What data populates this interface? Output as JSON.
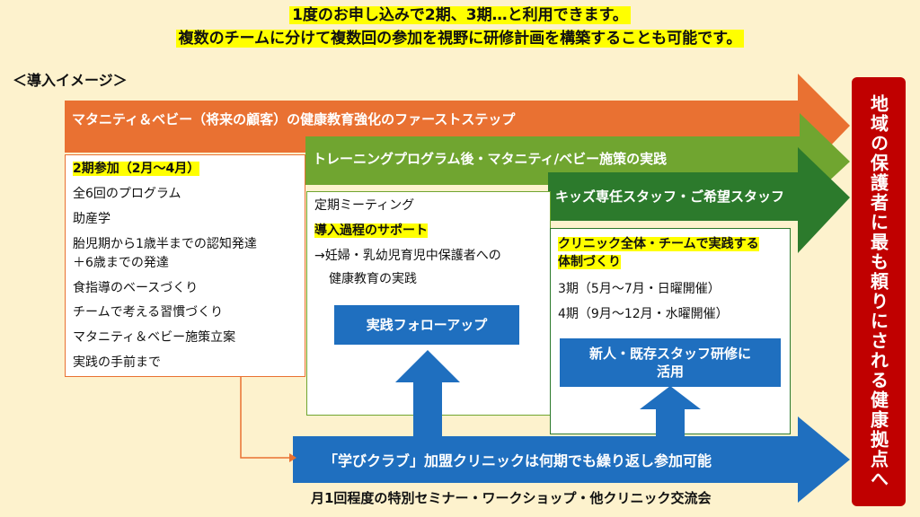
{
  "headline": {
    "line1": "1度のお申し込みで2期、3期…と利用できます。",
    "line2": "複数のチームに分けて複数回の参加を視野に研修計画を構築することも可能です。"
  },
  "section_label": "＜導入イメージ＞",
  "arrows": {
    "orange": "マタニティ＆ベビー（将来の顧客）の健康教育強化のファーストステップ",
    "green_light": "トレーニングプログラム後・マタニティ/ベビー施策の実践",
    "green_dark": "キッズ専任スタッフ・ご希望スタッフ",
    "blue_bottom": "「学びクラブ」加盟クリニックは何期でも繰り返し参加可能"
  },
  "panel1": {
    "heading": "2期参加（2月～4月）",
    "items": [
      "全6回のプログラム",
      "助産学",
      "胎児期から1歳半までの認知発達",
      "＋6歳までの発達",
      "食指導のベースづくり",
      "チームで考える習慣づくり",
      "マタニティ＆ベビー施策立案",
      "実践の手前まで"
    ]
  },
  "panel2": {
    "line1": "定期ミーティング",
    "highlight": "導入過程のサポート",
    "line3": "→妊婦・乳幼児育児中保護者への",
    "line4": "健康教育の実践",
    "button": "実践フォローアップ"
  },
  "panel3": {
    "highlight1": "クリニック全体・チームで実践する",
    "highlight2": "体制づくり",
    "line3": "3期（5月～7月・日曜開催）",
    "line4": "4期（9月～12月・水曜開催）",
    "button_line1": "新人・既存スタッフ研修に",
    "button_line2": "活用"
  },
  "footer": "月1回程度の特別セミナー・ワークショップ・他クリニック交流会",
  "goal": "地域の保護者に最も頼りにされる健康拠点へ",
  "colors": {
    "orange": "#e97132",
    "green_light": "#70a530",
    "green_dark": "#2c7a2c",
    "blue": "#1f6fbf",
    "red": "#c00000",
    "yellow": "#ffff00",
    "background": "#fdf2cd"
  }
}
